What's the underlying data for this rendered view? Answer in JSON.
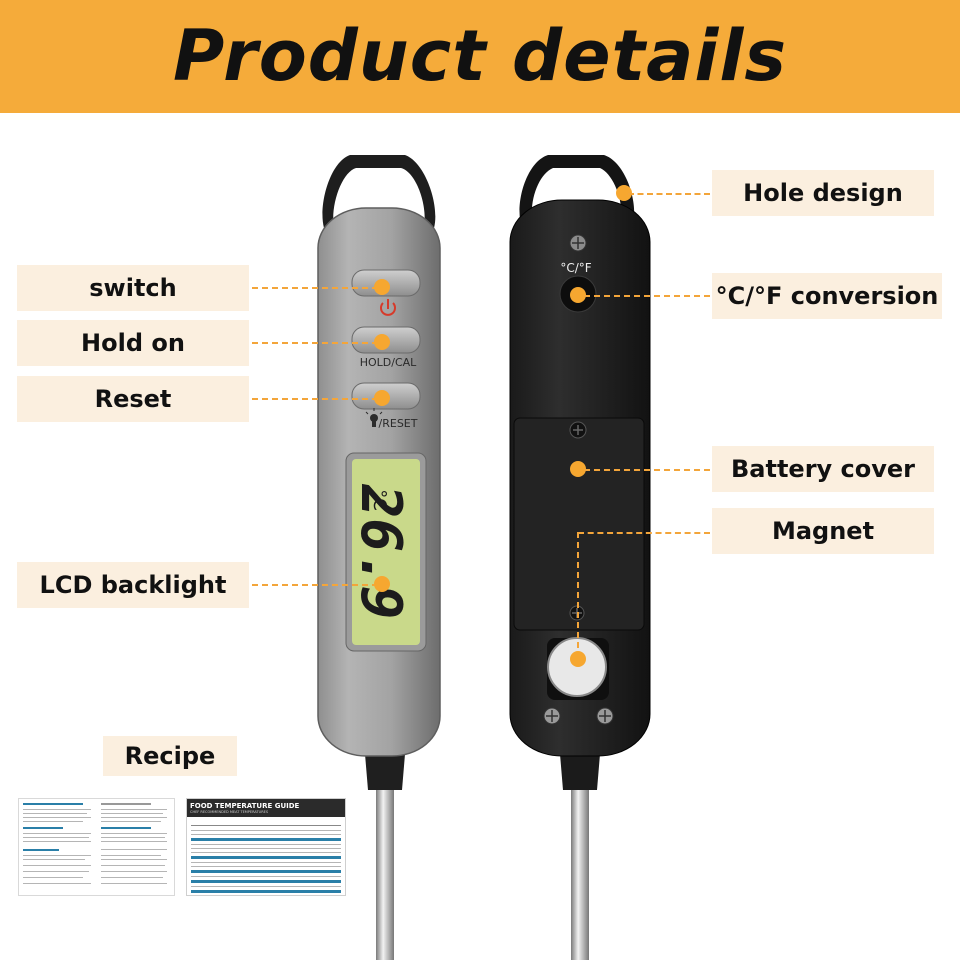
{
  "banner": {
    "title": "Product details",
    "color": "#f5ab3a"
  },
  "labels": {
    "switch": "switch",
    "hold_on": "Hold on",
    "reset": "Reset",
    "lcd_backlight": "LCD backlight",
    "recipe": "Recipe",
    "hole_design": "Hole design",
    "conversion": "°C/°F conversion",
    "battery_cover": "Battery cover",
    "magnet": "Magnet"
  },
  "thermometer_front": {
    "hold_cal_label": "HOLD/CAL",
    "reset_label": "/RESET",
    "display_value": "26.9",
    "display_unit": "°C"
  },
  "thermometer_back": {
    "unit_switch_label": "°C/°F"
  },
  "recipe_card": {
    "title": "FOOD TEMPERATURE GUIDE",
    "subtitle": "CHEF RECOMMENDED MEAT TEMPERATURES"
  },
  "colors": {
    "accent": "#f6a730",
    "label_bg": "#fbefdf",
    "lcd": "#c9d98a"
  }
}
